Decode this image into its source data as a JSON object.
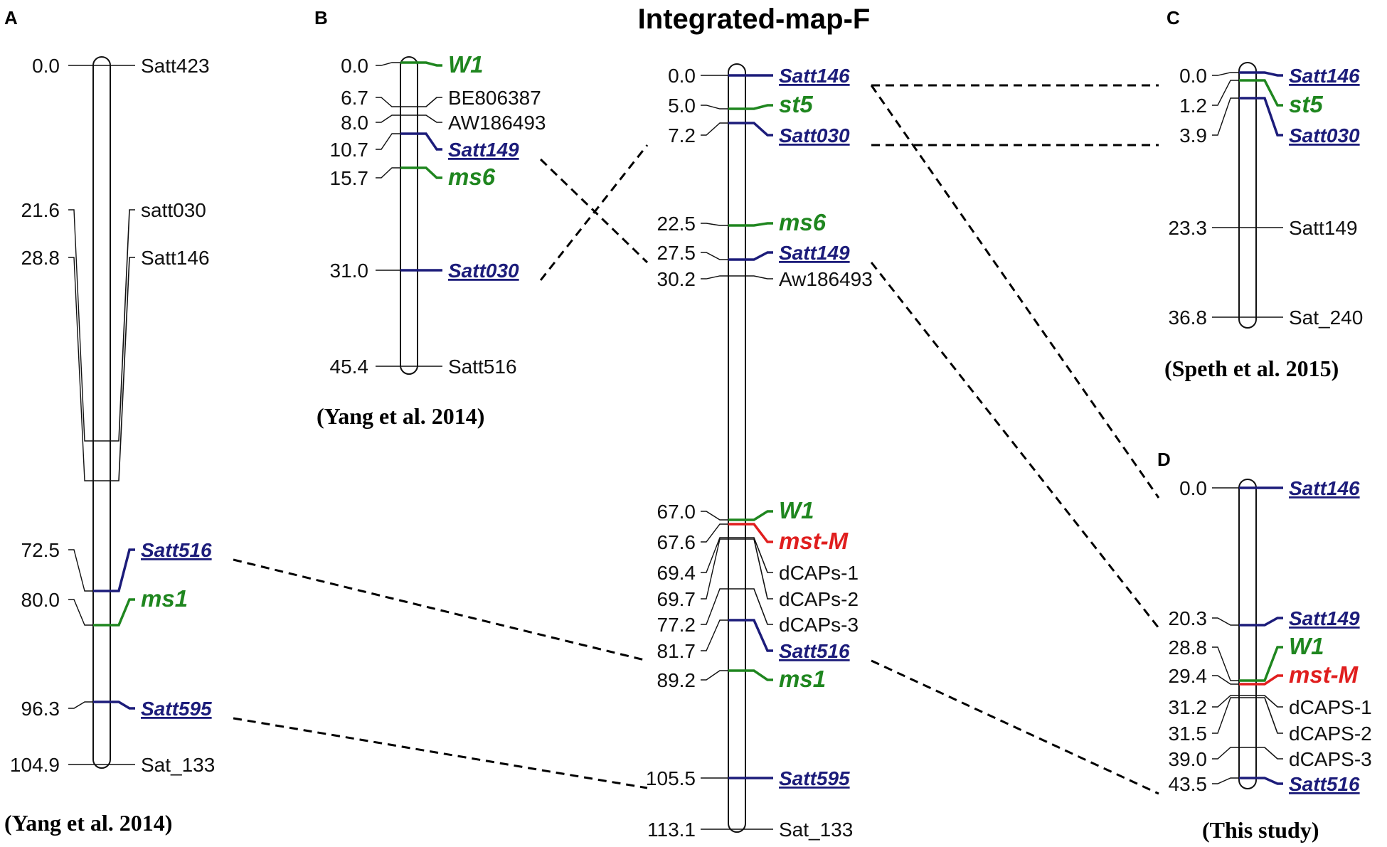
{
  "title": "Integrated-map-F",
  "colors": {
    "black": "#111111",
    "blue": "#1c1c7a",
    "green": "#1f861f",
    "red": "#e01e1e"
  },
  "maps": [
    {
      "id": "A",
      "letter": "A",
      "citation": "(Yang et al. 2014)",
      "markers": [
        {
          "pos": "0.0",
          "name": "Satt423",
          "type": "plain"
        },
        {
          "pos": "21.6",
          "name": "satt030",
          "type": "plain"
        },
        {
          "pos": "28.8",
          "name": "Satt146",
          "type": "plain"
        },
        {
          "pos": "72.5",
          "name": "Satt516",
          "type": "blue"
        },
        {
          "pos": "80.0",
          "name": "ms1",
          "type": "green"
        },
        {
          "pos": "96.3",
          "name": "Satt595",
          "type": "blue"
        },
        {
          "pos": "104.9",
          "name": "Sat_133",
          "type": "plain"
        }
      ]
    },
    {
      "id": "B",
      "letter": "B",
      "citation": "(Yang et al. 2014)",
      "markers": [
        {
          "pos": "0.0",
          "name": "W1",
          "type": "green"
        },
        {
          "pos": "6.7",
          "name": "BE806387",
          "type": "plain"
        },
        {
          "pos": "8.0",
          "name": "AW186493",
          "type": "plain"
        },
        {
          "pos": "10.7",
          "name": "Satt149",
          "type": "blue"
        },
        {
          "pos": "15.7",
          "name": "ms6",
          "type": "green"
        },
        {
          "pos": "31.0",
          "name": "Satt030",
          "type": "blue"
        },
        {
          "pos": "45.4",
          "name": "Satt516",
          "type": "plain"
        }
      ]
    },
    {
      "id": "F",
      "letter": "",
      "citation": "",
      "markers": [
        {
          "pos": "0.0",
          "name": "Satt146",
          "type": "blue"
        },
        {
          "pos": "5.0",
          "name": "st5",
          "type": "green"
        },
        {
          "pos": "7.2",
          "name": "Satt030",
          "type": "blue"
        },
        {
          "pos": "22.5",
          "name": "ms6",
          "type": "green"
        },
        {
          "pos": "27.5",
          "name": "Satt149",
          "type": "blue"
        },
        {
          "pos": "30.2",
          "name": "Aw186493",
          "type": "plain"
        },
        {
          "pos": "67.0",
          "name": "W1",
          "type": "green"
        },
        {
          "pos": "67.6",
          "name": "mst-M",
          "type": "red"
        },
        {
          "pos": "69.4",
          "name": "dCAPs-1",
          "type": "plain"
        },
        {
          "pos": "69.7",
          "name": "dCAPs-2",
          "type": "plain"
        },
        {
          "pos": "77.2",
          "name": "dCAPs-3",
          "type": "plain"
        },
        {
          "pos": "81.7",
          "name": "Satt516",
          "type": "blue"
        },
        {
          "pos": "89.2",
          "name": "ms1",
          "type": "green"
        },
        {
          "pos": "105.5",
          "name": "Satt595",
          "type": "blue"
        },
        {
          "pos": "113.1",
          "name": "Sat_133",
          "type": "plain"
        }
      ]
    },
    {
      "id": "C",
      "letter": "C",
      "citation": "(Speth et al. 2015)",
      "markers": [
        {
          "pos": "0.0",
          "name": "Satt146",
          "type": "blue"
        },
        {
          "pos": "1.2",
          "name": "st5",
          "type": "green"
        },
        {
          "pos": "3.9",
          "name": "Satt030",
          "type": "blue"
        },
        {
          "pos": "23.3",
          "name": "Satt149",
          "type": "plain"
        },
        {
          "pos": "36.8",
          "name": "Sat_240",
          "type": "plain"
        }
      ]
    },
    {
      "id": "D",
      "letter": "D",
      "citation": "(This study)",
      "markers": [
        {
          "pos": "0.0",
          "name": "Satt146",
          "type": "blue"
        },
        {
          "pos": "20.3",
          "name": "Satt149",
          "type": "blue"
        },
        {
          "pos": "28.8",
          "name": "W1",
          "type": "green"
        },
        {
          "pos": "29.4",
          "name": "mst-M",
          "type": "red"
        },
        {
          "pos": "31.2",
          "name": "dCAPS-1",
          "type": "plain"
        },
        {
          "pos": "31.5",
          "name": "dCAPS-2",
          "type": "plain"
        },
        {
          "pos": "39.0",
          "name": "dCAPS-3",
          "type": "plain"
        },
        {
          "pos": "43.5",
          "name": "Satt516",
          "type": "blue"
        }
      ]
    }
  ],
  "connections": [
    {
      "from": "A:Satt516",
      "to": "F:Satt516"
    },
    {
      "from": "A:Satt595",
      "to": "F:Satt595"
    },
    {
      "from": "B:Satt149",
      "to": "F:Satt149"
    },
    {
      "from": "B:Satt030",
      "to": "F:Satt030"
    },
    {
      "from": "F:Satt146",
      "to": "C:Satt146"
    },
    {
      "from": "F:Satt030",
      "to": "C:Satt030"
    },
    {
      "from": "F:Satt146",
      "to": "D:Satt146"
    },
    {
      "from": "F:Satt149",
      "to": "D:Satt149"
    },
    {
      "from": "F:Satt516",
      "to": "D:Satt516"
    }
  ]
}
